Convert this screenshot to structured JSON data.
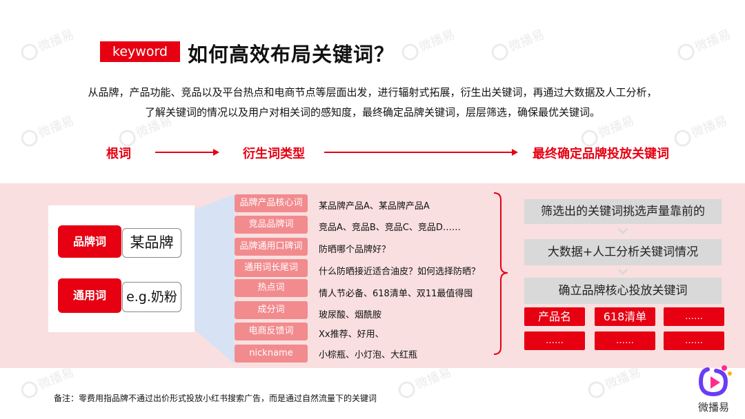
{
  "watermark": {
    "text": "微播易"
  },
  "header": {
    "tag": "keyword",
    "title": "如何高效布局关键词？",
    "intro_line1": "从品牌，产品功能、竞品以及平台热点和电商节点等层面出发，进行辐射式拓展，衍生出关键词，再通过大数据及人工分析，",
    "intro_line2": "了解关键词的情况以及用户对相关词的感知度，最终确定品牌关键词，层层筛选，确保最优关键词。"
  },
  "flow": {
    "root": "根词",
    "derived": "衍生词类型",
    "final": "最终确定品牌投放关键词"
  },
  "root_words": [
    {
      "label": "品牌词",
      "example": "某品牌"
    },
    {
      "label": "通用词",
      "example": "e.g.奶粉"
    }
  ],
  "derived_types": [
    {
      "label": "品牌产品核心词",
      "example": "某品牌产品A、某品牌产品A"
    },
    {
      "label": "竞品品牌词",
      "example": "竞品A、竞品B、竞品C、竞品D……"
    },
    {
      "label": "品牌通用口碑词",
      "example": "防晒哪个品牌好？"
    },
    {
      "label": "通用词长尾词",
      "example": "什么防晒接近适合油皮？如何选择防晒？"
    },
    {
      "label": "热点词",
      "example": "情人节必备、618清单、双11最值得囤"
    },
    {
      "label": "成分词",
      "example": "玻尿酸、烟酰胺"
    },
    {
      "label": "电商反馈词",
      "example": "Xx推荐、好用、"
    },
    {
      "label": "nickname",
      "example": "小棕瓶、小灯泡、大红瓶"
    }
  ],
  "steps": [
    "筛选出的关键词挑选声量靠前的",
    "大数据+人工分析关键词情况",
    "确立品牌核心投放关键词"
  ],
  "final_keywords": [
    "产品名",
    "618清单",
    "……",
    "……",
    "……",
    "……"
  ],
  "note": "备注：零费用指品牌不通过出价形式投放小红书搜索广告，而是通过自然流量下的关键词",
  "logo": {
    "text": "微播易"
  },
  "colors": {
    "accent": "#e60012",
    "type_button": "#f28b8e",
    "band": "#f9dfe0",
    "step_box": "#d9d9d9"
  }
}
